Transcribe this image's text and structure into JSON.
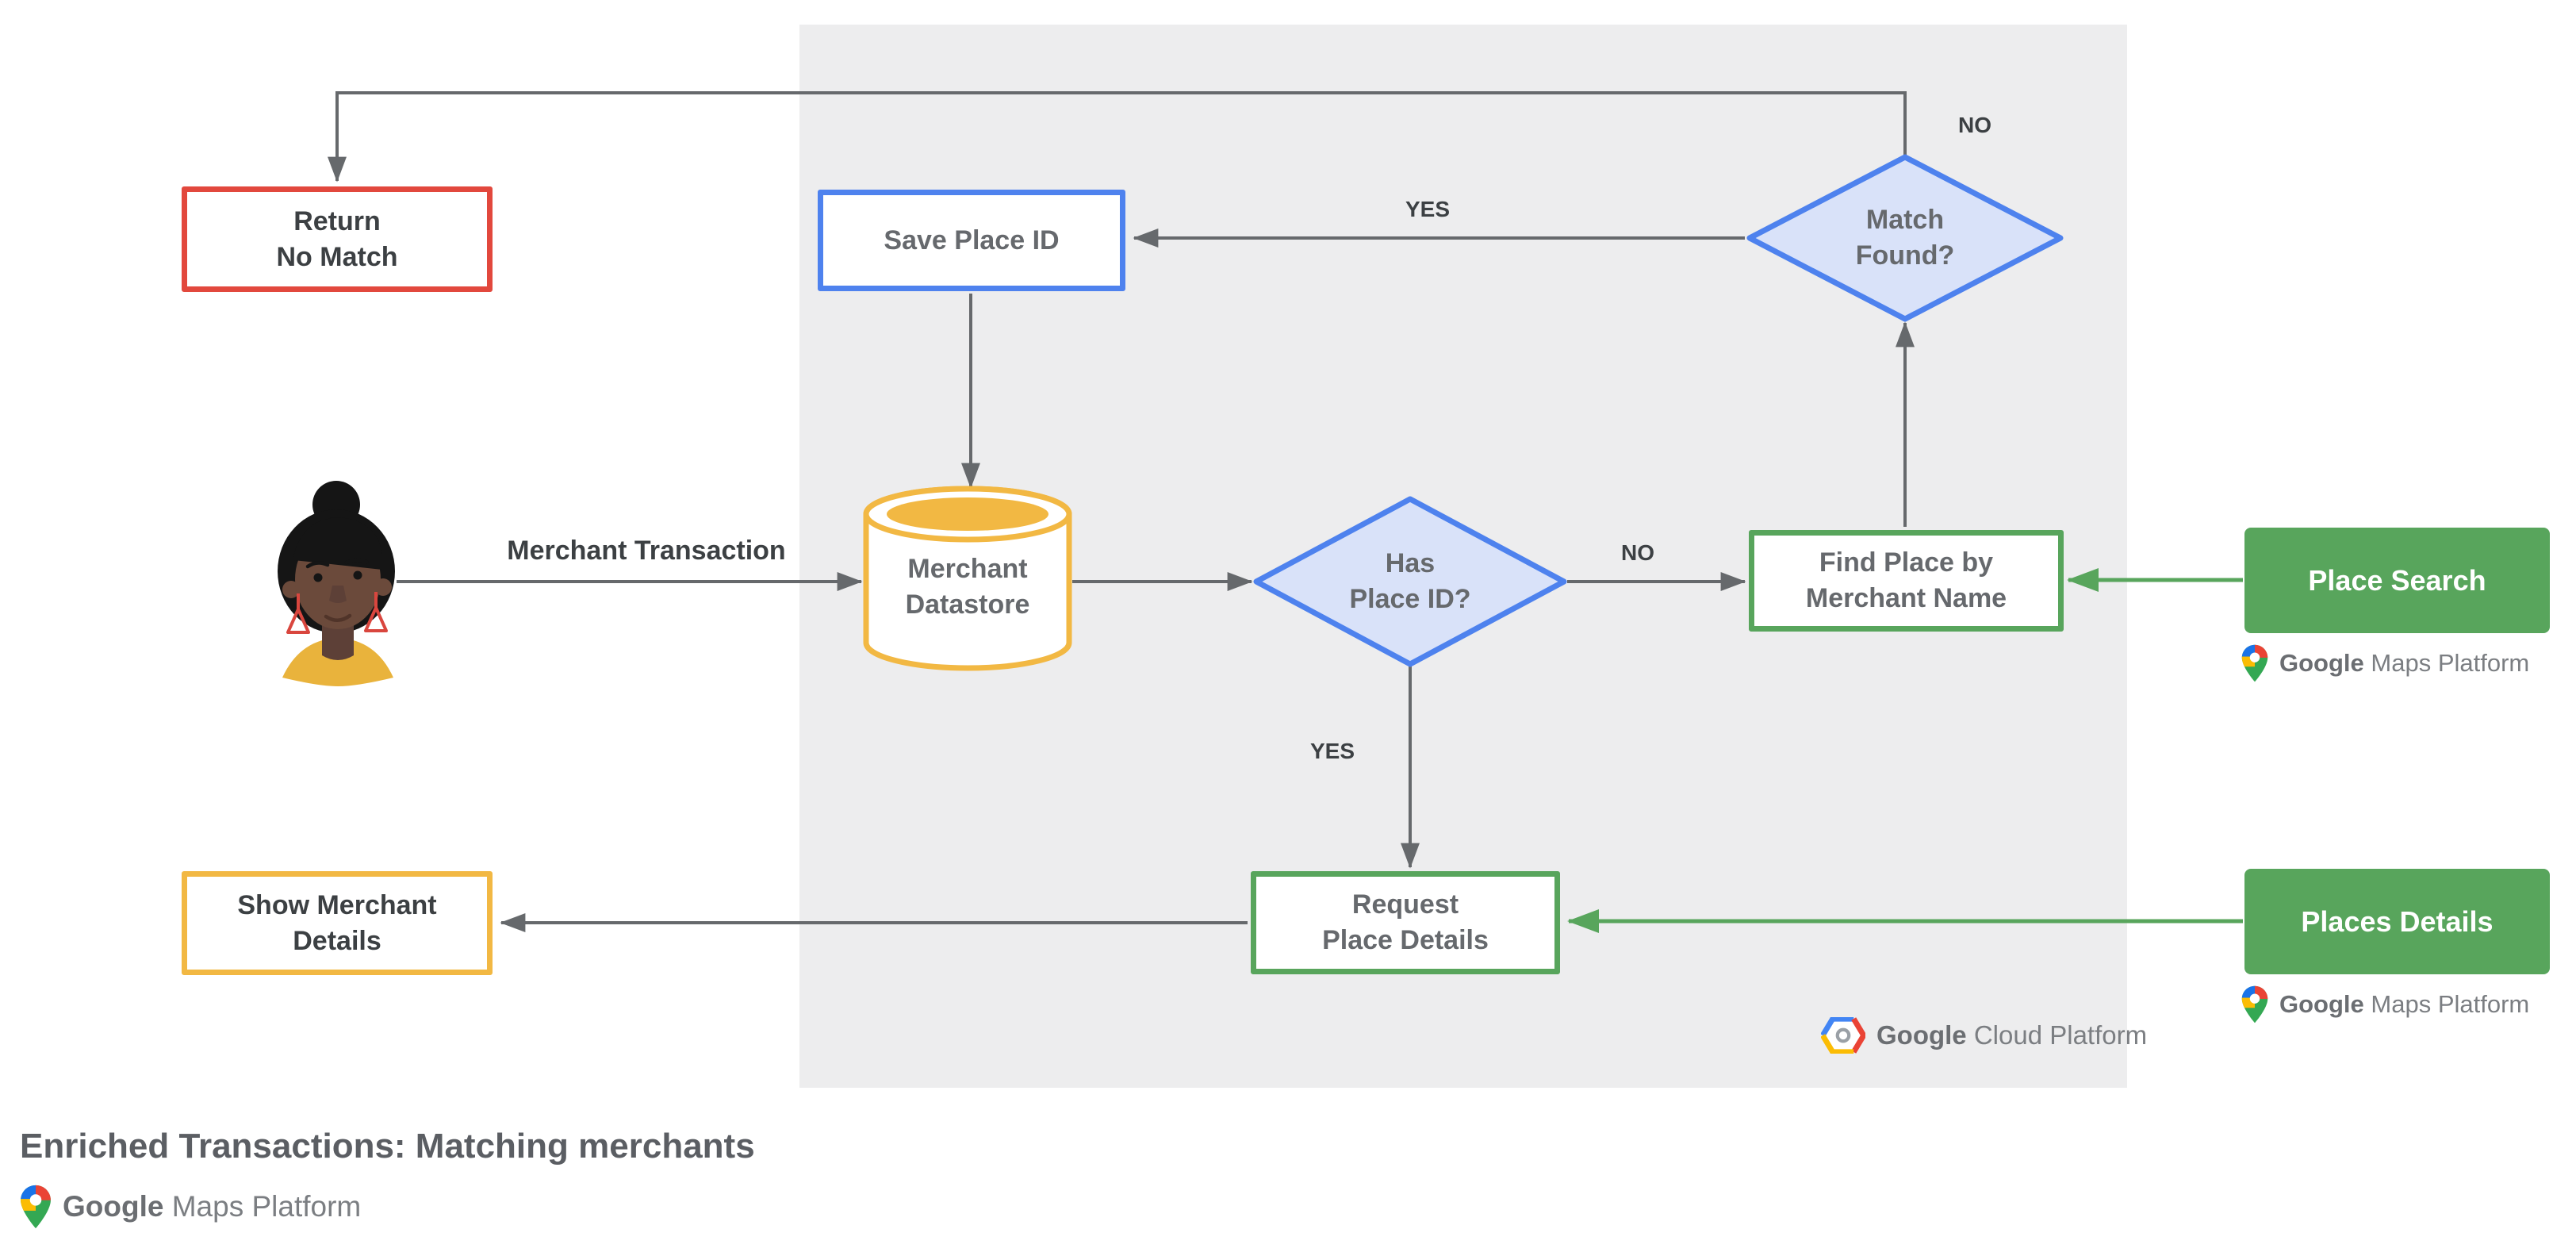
{
  "title": {
    "text": "Enriched Transactions: Matching merchants"
  },
  "nodes": {
    "return_no_match": {
      "label": "Return\nNo Match"
    },
    "save_place_id": {
      "label": "Save Place ID"
    },
    "match_found": {
      "label": "Match\nFound?"
    },
    "merchant_datastore": {
      "label": "Merchant\nDatastore"
    },
    "has_place_id": {
      "label": "Has\nPlace ID?"
    },
    "find_place_by_merchant_name": {
      "label": "Find Place by\nMerchant Name"
    },
    "place_search": {
      "label": "Place Search"
    },
    "request_place_details": {
      "label": "Request\nPlace Details"
    },
    "show_merchant_details": {
      "label": "Show Merchant\nDetails"
    },
    "places_details": {
      "label": "Places Details"
    }
  },
  "edge_labels": {
    "match_found_no": "NO",
    "match_found_yes": "YES",
    "has_place_id_no": "NO",
    "has_place_id_yes": "YES",
    "merchant_transaction": "Merchant Transaction"
  },
  "logos": {
    "maps_platform_word1": "Google",
    "maps_platform_word2": "Maps Platform",
    "cloud_platform_word1": "Google",
    "cloud_platform_word2": "Cloud Platform"
  },
  "colors": {
    "red": "#E2483D",
    "blue": "#4E82EE",
    "blue_fill": "#D9E2F9",
    "yellow": "#F2B843",
    "green": "#58A55C",
    "arrow_gray": "#66696C",
    "panel_gray": "#EDEDEE",
    "text_dark": "#3C4043",
    "text_gray": "#66696D"
  }
}
